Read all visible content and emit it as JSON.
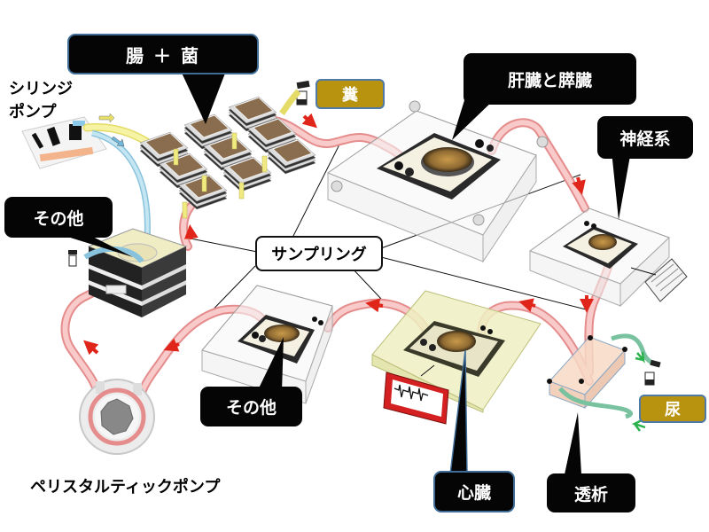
{
  "diagram": {
    "title": "Body-on-a-chip organ circulation system",
    "labels": {
      "gut_bacteria": "腸 ＋ 菌",
      "syringe_pump": "シリンジ\nポンプ",
      "syringe_pump_line1": "シリンジ",
      "syringe_pump_line2": "ポンプ",
      "feces": "糞",
      "liver_pancreas": "肝臓と膵臓",
      "nervous_system": "神経系",
      "other_top": "その他",
      "sampling": "サンプリング",
      "other_bottom": "その他",
      "heart": "心臓",
      "dialysis": "透析",
      "urine": "尿",
      "peristaltic_pump": "ペリスタルティックポンプ"
    },
    "colors": {
      "callout_bg": "#050505",
      "callout_text": "#ffffff",
      "tag_bg": "#b8930f",
      "tag_border": "#4f7aa8",
      "medium_tube": "#f2a7a7",
      "supply_tube_yellow": "#f2ee8a",
      "supply_tube_blue": "#a9d6ea",
      "waste_tube_green": "#8fd3b0",
      "flow_arrow": "#e0261b",
      "green_arrow": "#2bb24c",
      "heart_monitor": "#d42020"
    },
    "components": [
      {
        "id": "syringe-pump",
        "type": "pump"
      },
      {
        "id": "gut-bacteria-array",
        "type": "chip-array",
        "count": 9
      },
      {
        "id": "other-top",
        "type": "chip"
      },
      {
        "id": "liver-pancreas",
        "type": "chip"
      },
      {
        "id": "nervous-system",
        "type": "chip"
      },
      {
        "id": "other-bottom",
        "type": "chip"
      },
      {
        "id": "heart",
        "type": "chip"
      },
      {
        "id": "dialysis",
        "type": "chip"
      },
      {
        "id": "peristaltic-pump",
        "type": "pump"
      }
    ]
  }
}
